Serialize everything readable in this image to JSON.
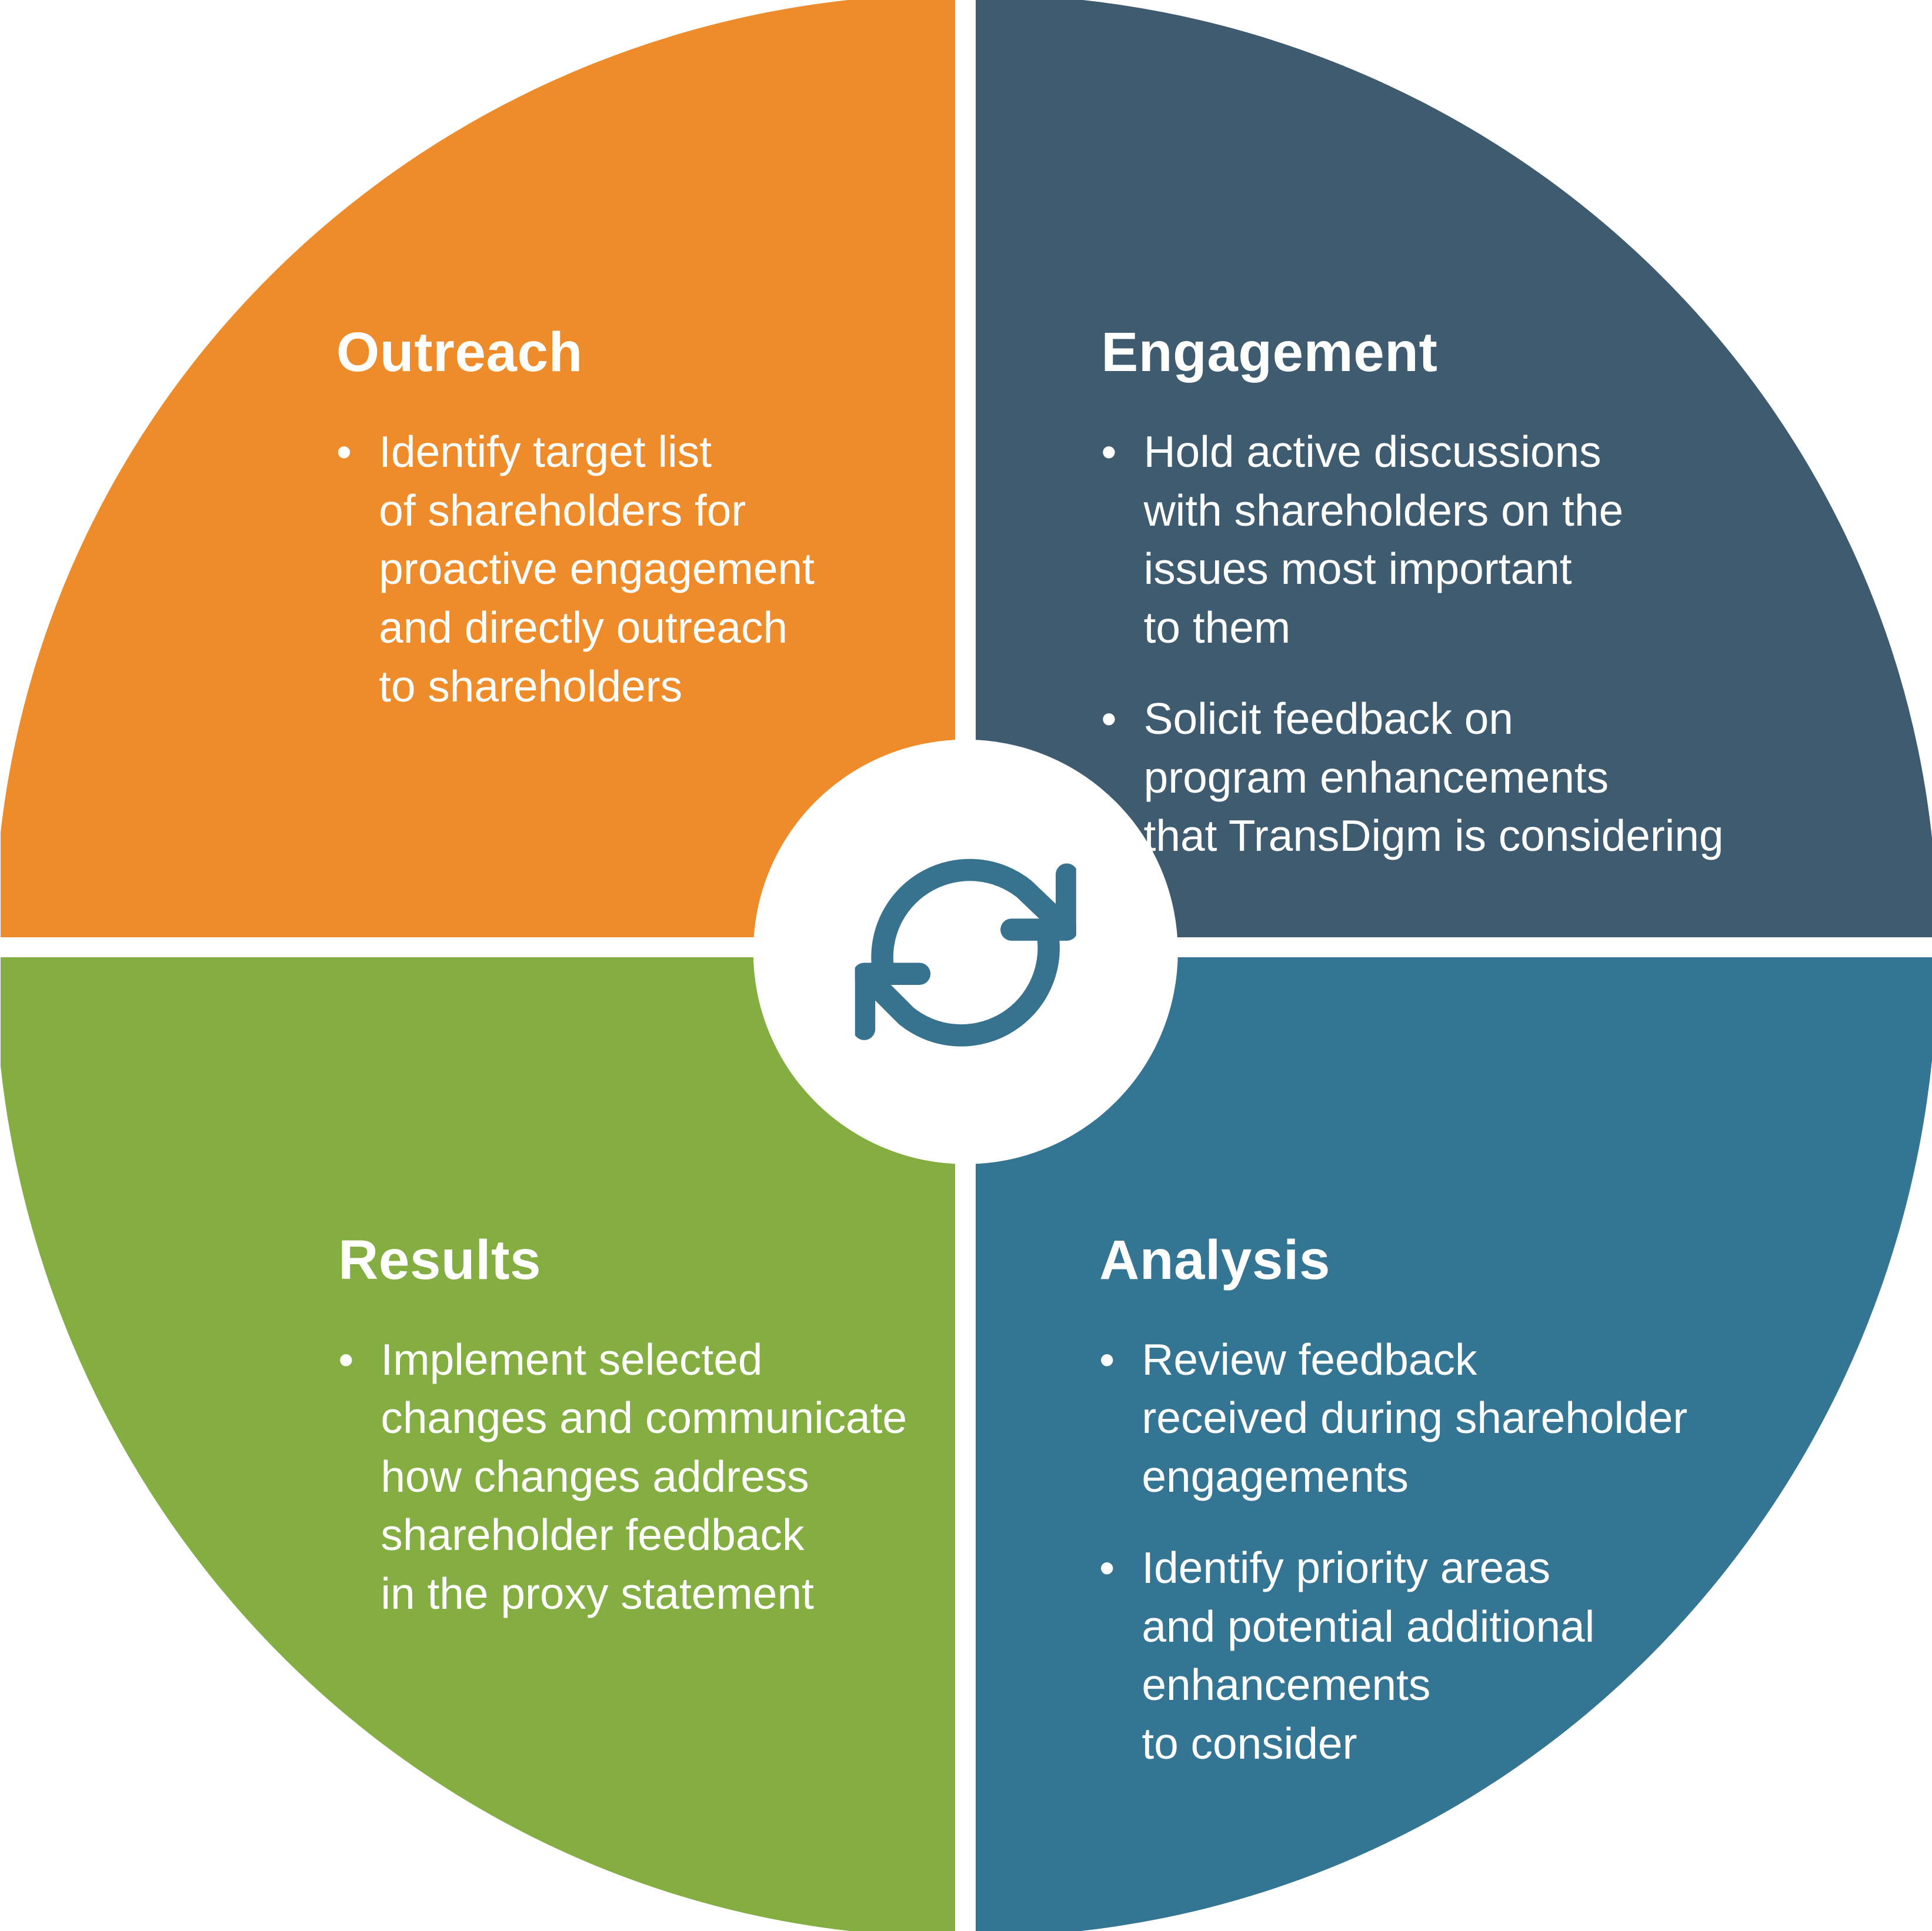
{
  "diagram": {
    "type": "four-quadrant-cycle",
    "background": "#FFFFFF",
    "text_color": "#FFFFFF"
  },
  "center": {
    "icon": "refresh-cycle-icon",
    "icon_color": "#37728F",
    "circle_color": "#FFFFFF"
  },
  "bullet_glyph": "•",
  "quadrants": [
    {
      "id": "outreach",
      "title": "Outreach",
      "color": "#EE8C2B",
      "bullets": [
        "Identify target list\nof shareholders for\nproactive engagement\nand directly outreach\nto shareholders"
      ]
    },
    {
      "id": "engagement",
      "title": "Engagement",
      "color": "#3E5B70",
      "bullets": [
        "Hold active discussions\nwith shareholders on the\nissues most important\nto them",
        "Solicit feedback on\nprogram enhancements\nthat TransDigm is considering"
      ]
    },
    {
      "id": "results",
      "title": "Results",
      "color": "#84AE42",
      "bullets": [
        "Implement selected\nchanges and communicate\nhow changes address\nshareholder feedback\nin the proxy statement"
      ]
    },
    {
      "id": "analysis",
      "title": "Analysis",
      "color": "#347593",
      "bullets": [
        "Review feedback\nreceived during shareholder\nengagements",
        "Identify priority areas\nand potential additional\nenhancements\nto consider"
      ]
    }
  ]
}
